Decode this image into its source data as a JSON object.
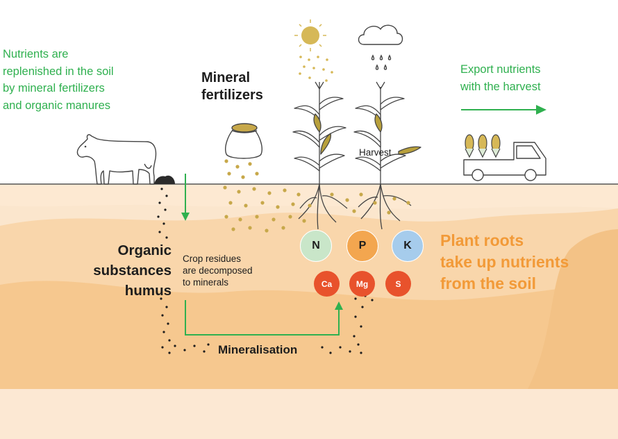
{
  "captions": {
    "replenish": [
      "Nutrients are",
      "replenished in the soil",
      "by mineral fertilizers",
      "and organic manures"
    ],
    "mineral_fertilizers": [
      "Mineral",
      "fertilizers"
    ],
    "export": [
      "Export nutrients",
      "with the harvest"
    ],
    "harvest": "Harvest",
    "organic": [
      "Organic",
      "substances",
      "humus"
    ],
    "crop_residues": [
      "Crop residues",
      "are decomposed",
      "to minerals"
    ],
    "mineralisation": "Mineralisation",
    "plant_roots": [
      "Plant roots",
      "take up nutrients",
      "from the soil"
    ]
  },
  "nutrients": {
    "major": [
      {
        "symbol": "N",
        "color": "#c9e6c9"
      },
      {
        "symbol": "P",
        "color": "#f3a64f"
      },
      {
        "symbol": "K",
        "color": "#a6ccec"
      }
    ],
    "minor": [
      {
        "symbol": "Ca",
        "color": "#e8522c"
      },
      {
        "symbol": "Mg",
        "color": "#e8522c"
      },
      {
        "symbol": "S",
        "color": "#e8522c"
      }
    ]
  },
  "icons": [
    "cow-icon",
    "manure-icon",
    "fertilizer-sack-icon",
    "sun-icon",
    "rain-cloud-icon",
    "corn-plant-icon",
    "truck-icon",
    "corn-cob-icon",
    "arrow-icon"
  ],
  "colors": {
    "green_text": "#2fb04f",
    "orange_text": "#f29a38",
    "soil_light": "#fbe3c8",
    "soil_mid": "#f8cf9d",
    "soil_dark": "#f2ba7d",
    "granule": "#c7a84a",
    "line": "#555555"
  }
}
